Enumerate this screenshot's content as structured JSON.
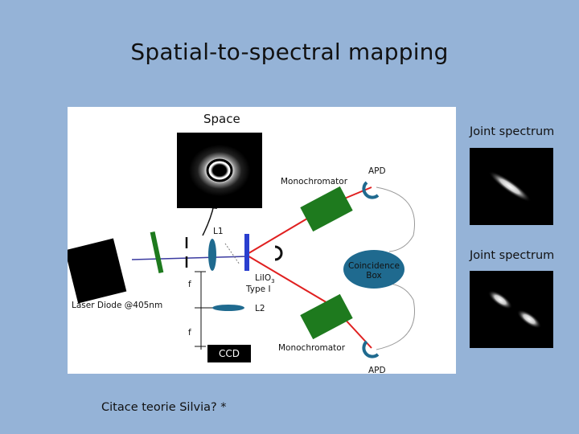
{
  "slide": {
    "title": "Spatial-to-spectral mapping",
    "citation": "Citace teorie Silvia? *"
  },
  "space_label": "Space",
  "joint_spectrum": {
    "label_top": "Joint spectrum",
    "label_bottom": "Joint spectrum"
  },
  "diagram": {
    "laser_label": "Laser Diode @405nm",
    "lens1_label": "L1",
    "lens2_label": "L2",
    "focal_label": "f",
    "crystal_label_line1": "LiIO",
    "crystal_subscript": "3",
    "crystal_label_line2": "Type I",
    "mono_top_label": "Monochromator",
    "mono_bottom_label": "Monochromator",
    "apd_top_label": "APD",
    "apd_bottom_label": "APD",
    "coincidence_line1": "Coincidence",
    "coincidence_line2": "Box",
    "ccd_label": "CCD"
  },
  "colors": {
    "background": "#95b3d7",
    "laser_beam": "#3a3aa0",
    "signal_beam": "#e02020",
    "optic_green": "#1e7a1e",
    "optic_blue": "#1f6a8f",
    "coincidence_box": "#1f6a8f"
  }
}
